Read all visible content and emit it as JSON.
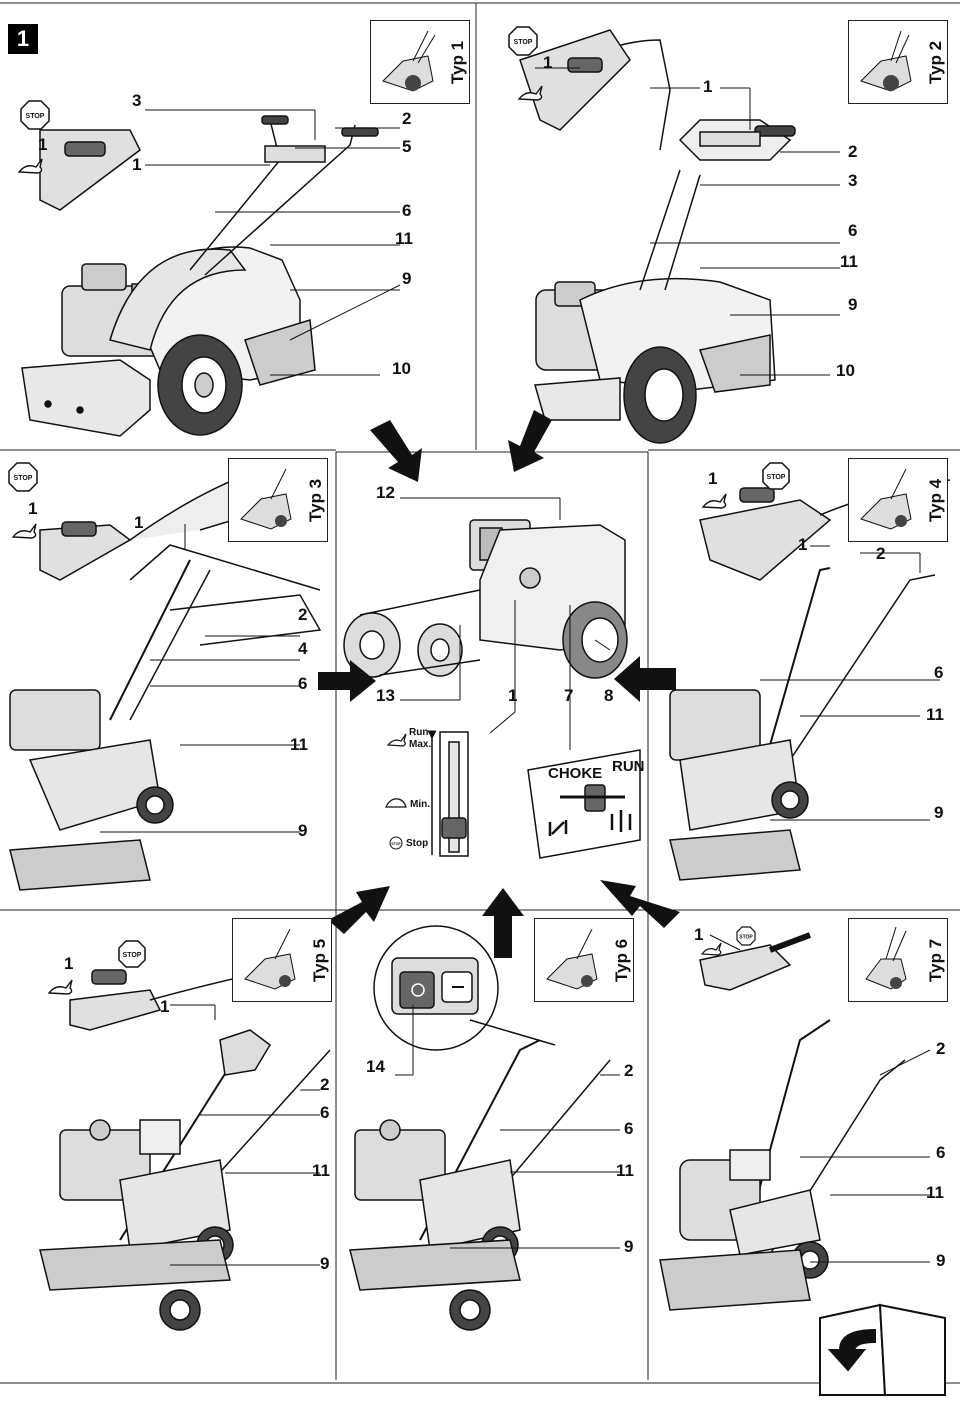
{
  "figure": {
    "number": "1"
  },
  "panels": {
    "typ1": {
      "label": "Typ 1",
      "callouts": [
        "3",
        "2",
        "1",
        "5",
        "1",
        "6",
        "11",
        "9",
        "10"
      ]
    },
    "typ2": {
      "label": "Typ 2",
      "callouts": [
        "1",
        "1",
        "2",
        "3",
        "6",
        "11",
        "9",
        "10"
      ]
    },
    "typ3": {
      "label": "Typ 3",
      "callouts": [
        "1",
        "1",
        "2",
        "4",
        "6",
        "11",
        "9"
      ]
    },
    "typ4": {
      "label": "Typ 4",
      "callouts": [
        "1",
        "1",
        "2",
        "6",
        "11",
        "9"
      ]
    },
    "typ5": {
      "label": "Typ 5",
      "callouts": [
        "1",
        "1",
        "2",
        "6",
        "11",
        "9"
      ]
    },
    "typ6": {
      "label": "Typ 6",
      "callouts": [
        "14",
        "2",
        "6",
        "11",
        "9"
      ]
    },
    "typ7": {
      "label": "Typ 7",
      "callouts": [
        "1",
        "2",
        "6",
        "11",
        "9"
      ]
    }
  },
  "engine": {
    "callouts": [
      "12",
      "13",
      "1",
      "7",
      "8"
    ],
    "throttle": {
      "run": "Run",
      "max": "Max.",
      "min": "Min.",
      "stop": "Stop"
    },
    "choke": {
      "choke": "CHOKE",
      "run": "RUN"
    }
  },
  "icons": {
    "stop": "STOP",
    "rabbit": "rabbit-icon",
    "turtle": "turtle-icon",
    "book": "book-turn-page-icon"
  },
  "colors": {
    "ink": "#111111",
    "shade": "#bbbbbb",
    "light": "#e6e6e6",
    "paper": "#ffffff"
  }
}
